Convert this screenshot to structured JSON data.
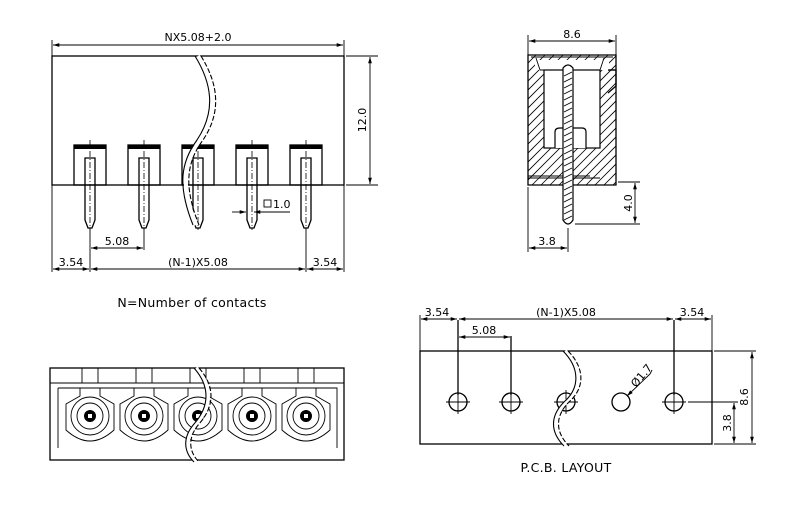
{
  "title": "Pluggable terminal block connector - dimensional drawing (5.08 mm pitch)",
  "front_view": {
    "overall_width": "NX5.08+2.0",
    "height": "12.0",
    "pitch": "5.08",
    "edge_left": "3.54",
    "edge_right": "3.54",
    "span": "(N-1)X5.08",
    "pin_size": "1.0",
    "pin_count_shown": 5
  },
  "side_view": {
    "depth": "8.6",
    "pin_protrusion": "4.0",
    "pin_offset": "3.8"
  },
  "note": "N=Number of contacts",
  "pcb_layout": {
    "caption": "P.C.B. LAYOUT",
    "edge_left": "3.54",
    "edge_right": "3.54",
    "span": "(N-1)X5.08",
    "pitch": "5.08",
    "hole_diameter": "Ø1.7",
    "board_height": "8.6",
    "hole_offset": "3.8",
    "holes_shown": 5
  }
}
